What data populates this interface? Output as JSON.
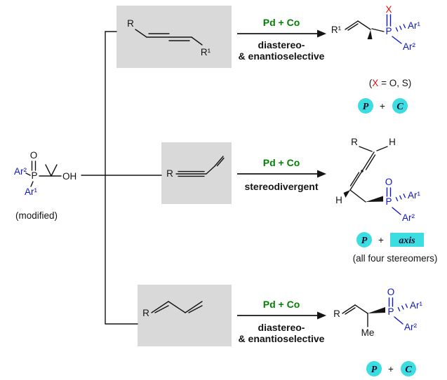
{
  "colors": {
    "blue": "#0d16cc",
    "red": "#e60b0b",
    "green": "#008000",
    "cyan": "#3cdde0",
    "box_gray": "#d9d9d9",
    "ink": "#141414"
  },
  "reactant": {
    "o_label": "O",
    "ar2_label": "Ar²",
    "p_label": "P",
    "ar1_label": "Ar¹",
    "oh_label": "OH",
    "caption": "(modified)"
  },
  "top": {
    "substrate": {
      "r": "R",
      "r1": "R¹"
    },
    "conditions": "Pd + Co",
    "selectivity_line1": "diastereo-",
    "selectivity_line2": "& enantioselective",
    "product": {
      "x": "X",
      "r1": "R¹",
      "p": "P",
      "ar1": "Ar¹",
      "ar2": "Ar²"
    },
    "note_open": "(",
    "note_x": "X",
    "note_rest": " = O, S)",
    "stereo_badge_1": "P",
    "stereo_plus": "+",
    "stereo_badge_2": "C"
  },
  "middle": {
    "substrate": {
      "r": "R"
    },
    "conditions": "Pd + Co",
    "selectivity": "stereodivergent",
    "product": {
      "r": "R",
      "h_top": "H",
      "h_bottom": "H",
      "o": "O",
      "p": "P",
      "ar1": "Ar¹",
      "ar2": "Ar²"
    },
    "stereo_badge_1": "P",
    "stereo_plus": "+",
    "stereo_badge_2": "axis",
    "note": "(all four stereomers)"
  },
  "bottom": {
    "substrate": {
      "r": "R"
    },
    "conditions": "Pd + Co",
    "selectivity_line1": "diastereo-",
    "selectivity_line2": "& enantioselective",
    "product": {
      "r": "R",
      "me": "Me",
      "o": "O",
      "p": "P",
      "ar1": "Ar¹",
      "ar2": "Ar²"
    },
    "stereo_badge_1": "P",
    "stereo_plus": "+",
    "stereo_badge_2": "C"
  }
}
